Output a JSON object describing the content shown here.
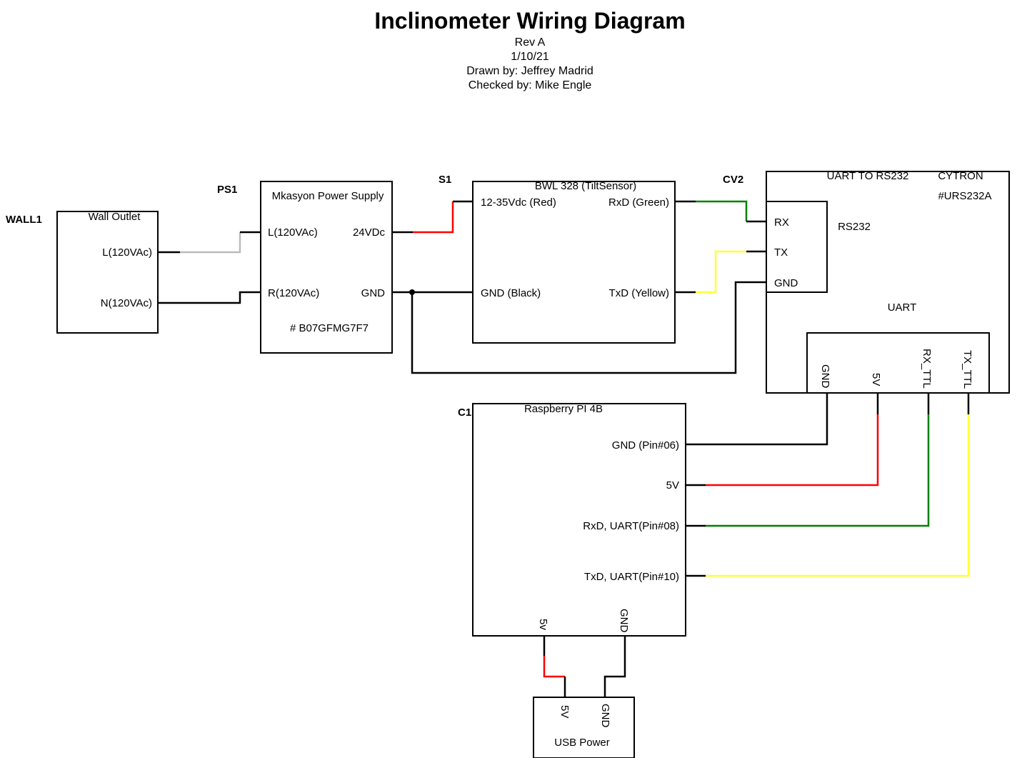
{
  "header": {
    "title": "Inclinometer Wiring Diagram",
    "rev": "Rev A",
    "date": "1/10/21",
    "drawn_by": "Drawn by: Jeffrey Madrid",
    "checked_by": "Checked by: Mike Engle"
  },
  "colors": {
    "black": "#000000",
    "red": "#ff0000",
    "green": "#008000",
    "yellow": "#ffff33",
    "gray": "#bbbbbb"
  },
  "wall": {
    "ref": "WALL1",
    "name": "Wall Outlet",
    "pin_l": "L(120VAc)",
    "pin_n": "N(120VAc)"
  },
  "ps": {
    "ref": "PS1",
    "name": "Mkasyon Power Supply",
    "pin_l": "L(120VAc)",
    "pin_r": "R(120VAc)",
    "pin_24v": "24VDc",
    "pin_gnd": "GND",
    "part": "# B07GFMG7F7"
  },
  "sensor": {
    "ref": "S1",
    "name": "BWL 328 (TiltSensor)",
    "pin_pwr": "12-35Vdc (Red)",
    "pin_rxd": "RxD (Green)",
    "pin_gnd": "GND (Black)",
    "pin_txd": "TxD (Yellow)"
  },
  "converter": {
    "ref": "CV2",
    "name": "UART TO RS232",
    "brand": "CYTRON",
    "part": "#URS232A",
    "rs232_label": "RS232",
    "pin_rx": "RX",
    "pin_tx": "TX",
    "pin_gnd": "GND",
    "uart_label": "UART",
    "uart_pins": [
      "GND",
      "5V",
      "RX_TTL",
      "TX_TTL"
    ]
  },
  "pi": {
    "ref": "C1",
    "name": "Raspberry PI 4B",
    "pin_gnd": "GND (Pin#06)",
    "pin_5v": "5V",
    "pin_rxd": "RxD, UART(Pin#08)",
    "pin_txd": "TxD, UART(Pin#10)",
    "pin_bottom_5v": "5v",
    "pin_bottom_gnd": "GND"
  },
  "usb": {
    "name": "USB Power",
    "pin_5v": "5V",
    "pin_gnd": "GND"
  }
}
